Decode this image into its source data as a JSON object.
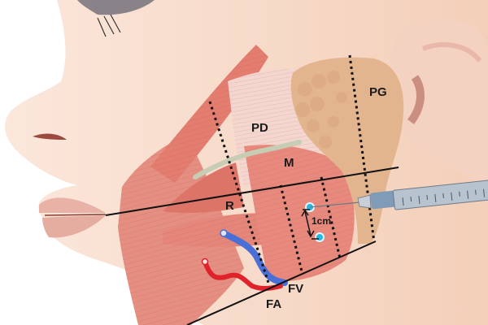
{
  "figure": {
    "description": "Anatomical illustration of lateral face showing masseter injection zone",
    "labels": {
      "pd": "PD",
      "m": "M",
      "pg": "PG",
      "r": "R",
      "fa": "FA",
      "fv": "FV",
      "distance": "1cm"
    },
    "colors": {
      "skin": "#f6d9c8",
      "skin_shadow": "#ecc2ab",
      "muscle": "#e8877a",
      "muscle_dark": "#d66a5e",
      "masseter_tendon": "#f3d3cb",
      "gland": "#e4b48e",
      "duct": "#c8cfb8",
      "vein": "#4a6fd6",
      "artery": "#e0222a",
      "injection_point": "#2bb6e0",
      "line": "#111111"
    }
  }
}
